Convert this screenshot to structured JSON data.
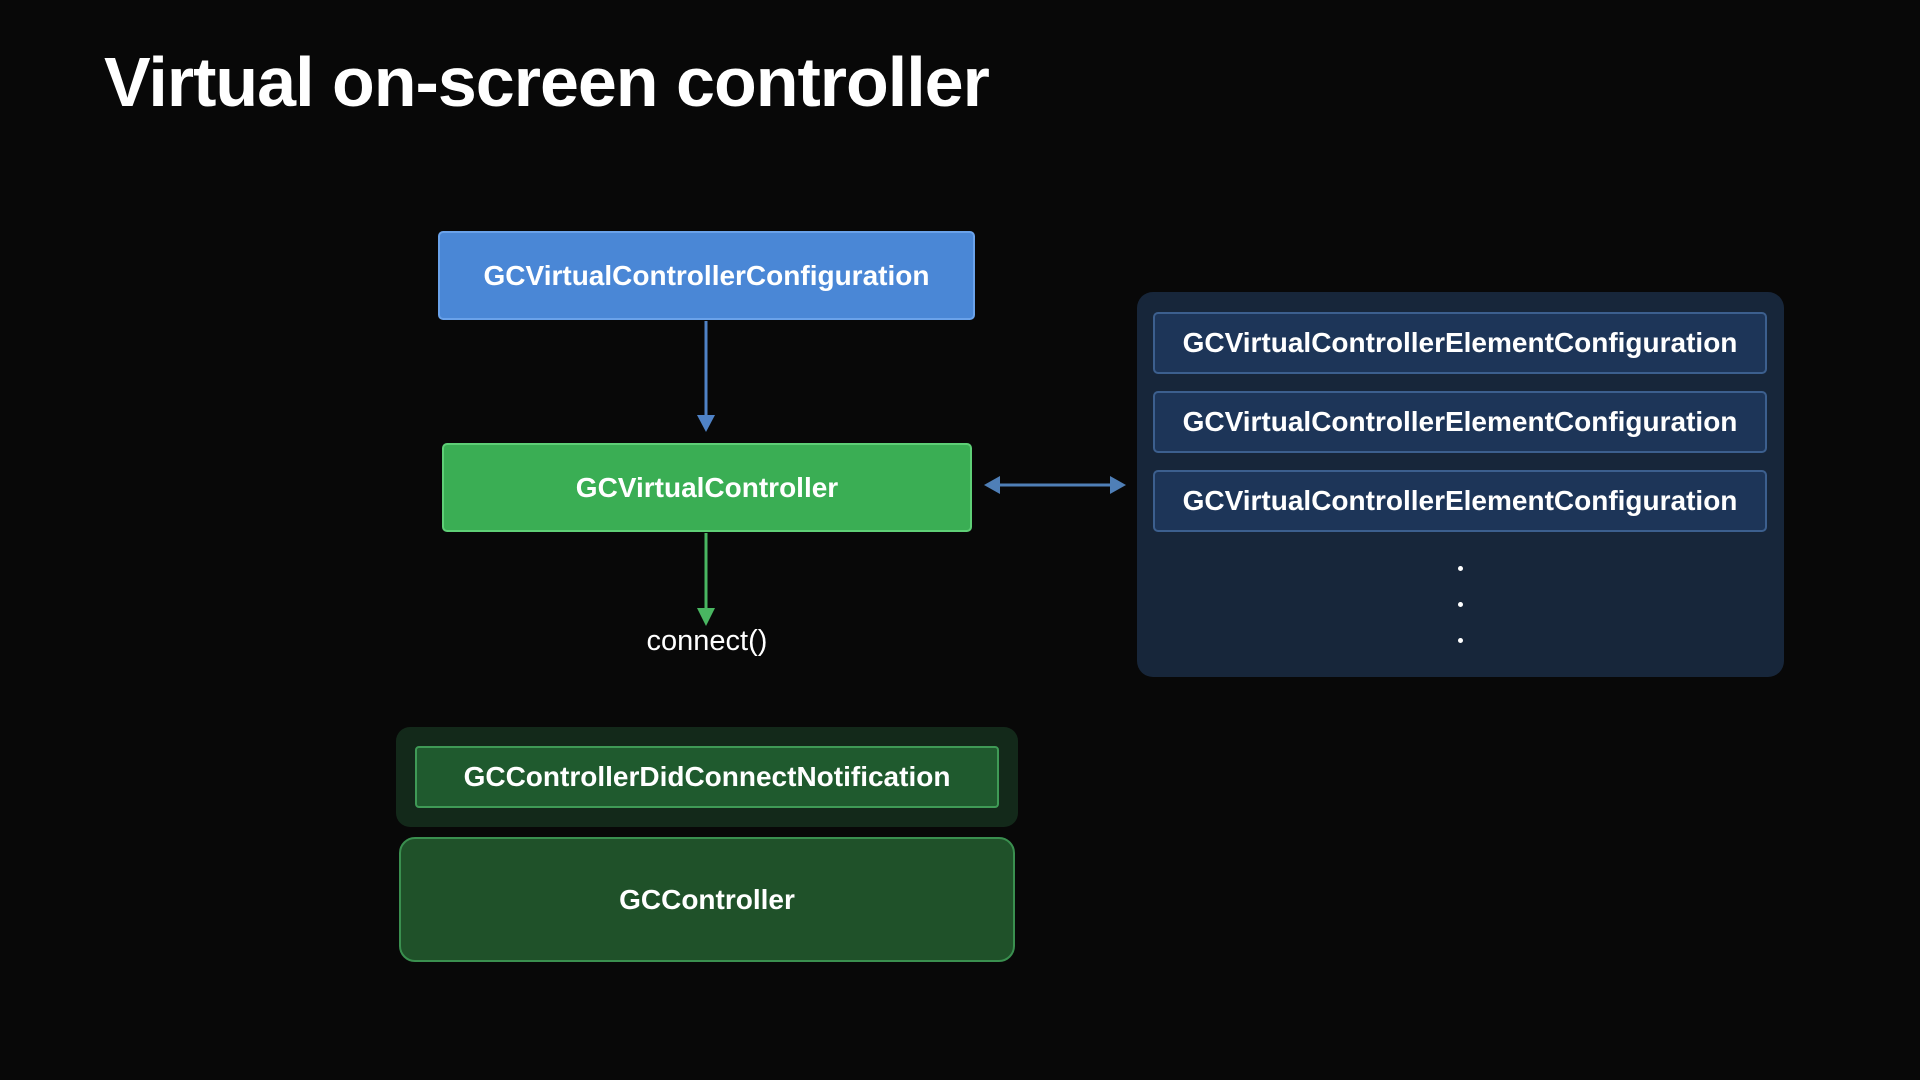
{
  "slide": {
    "title": "Virtual on-screen controller"
  },
  "diagram": {
    "configuration_node": "GCVirtualControllerConfiguration",
    "virtual_controller_node": "GCVirtualController",
    "connect_label": "connect()",
    "element_configurations": [
      "GCVirtualControllerElementConfiguration",
      "GCVirtualControllerElementConfiguration",
      "GCVirtualControllerElementConfiguration"
    ],
    "notification_node": "GCControllerDidConnectNotification",
    "controller_node": "GCController"
  },
  "colors": {
    "background": "#080808",
    "configuration_blue": "#4a87d6",
    "virtual_controller_green": "#3aae54",
    "element_panel": "#17263a",
    "element_row": "#1d3558",
    "notification_panel": "#13291a",
    "controller_green_dark": "#1f5129",
    "arrow_blue": "#4f82c6",
    "arrow_green": "#49b661",
    "arrow_double": "#4f7fb7"
  },
  "icons": {
    "down_arrow_blue": "arrow-down-icon",
    "down_arrow_green": "arrow-down-icon",
    "double_arrow": "double-arrow-icon",
    "ellipsis": "vertical-ellipsis-icon"
  }
}
